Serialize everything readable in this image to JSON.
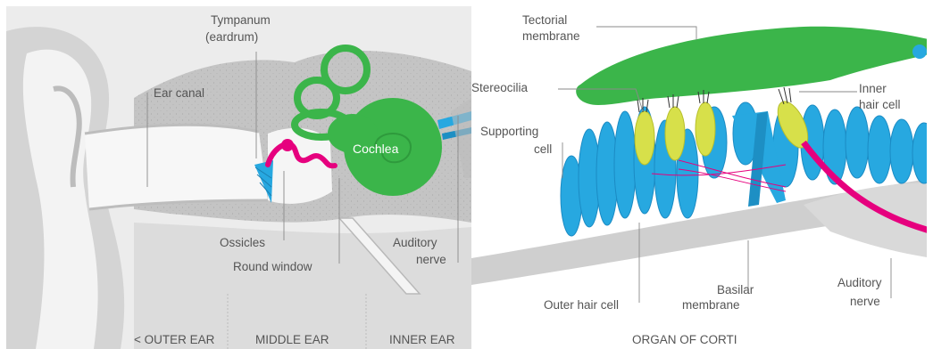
{
  "left_panel": {
    "labels": {
      "tympanum": "Tympanum",
      "tympanum_sub": "(eardrum)",
      "ear_canal": "Ear canal",
      "cochlea": "Cochlea",
      "ossicles": "Ossicles",
      "round_window": "Round window",
      "auditory_nerve_1": "Auditory",
      "auditory_nerve_2": "nerve"
    },
    "sections": {
      "outer": "< OUTER EAR",
      "middle": "MIDDLE EAR",
      "inner": "INNER EAR"
    }
  },
  "right_panel": {
    "labels": {
      "tectorial_1": "Tectorial",
      "tectorial_2": "membrane",
      "stereocilia": "Stereocilia",
      "inner_hair_1": "Inner",
      "inner_hair_2": "hair cell",
      "supporting_1": "Supporting",
      "supporting_2": "cell",
      "outer_hair": "Outer hair cell",
      "basilar_1": "Basilar",
      "basilar_2": "membrane",
      "auditory_nerve_1": "Auditory",
      "auditory_nerve_2": "nerve"
    },
    "title": "ORGAN OF CORTI"
  },
  "colors": {
    "green": "#3bb54a",
    "blue": "#27a8e0",
    "magenta": "#e6007e",
    "yellow": "#d7e04a",
    "gray": "#c9c9c9"
  }
}
